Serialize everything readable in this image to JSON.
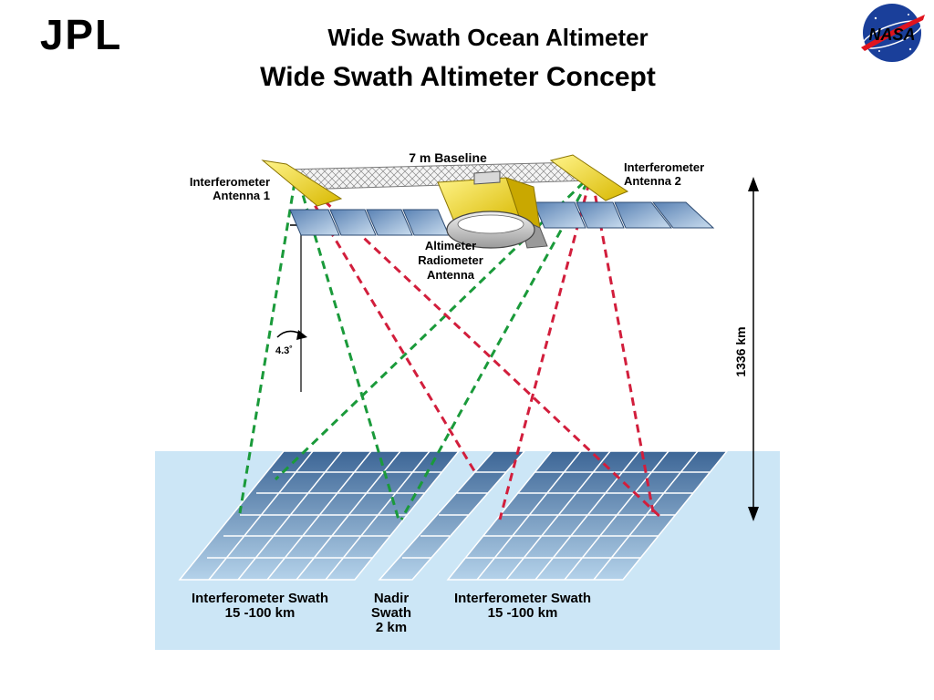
{
  "header": {
    "title": "Wide Swath Ocean Altimeter",
    "slide_title": "Wide Swath Altimeter Concept"
  },
  "logos": {
    "left_logo_text": "JPL",
    "right_logo_text": "NASA"
  },
  "diagram": {
    "labels": {
      "baseline": "7 m Baseline",
      "antenna1_line1": "Interferometer",
      "antenna1_line2": "Antenna 1",
      "antenna2_line1": "Interferometer",
      "antenna2_line2": "Antenna 2",
      "radiometer_line1": "Altimeter",
      "radiometer_line2": "Radiometer",
      "radiometer_line3": "Antenna",
      "angle": "4.3˚",
      "altitude": "1336 km",
      "left_swath_line1": "Interferometer Swath",
      "left_swath_line2": "15 -100 km",
      "nadir_line1": "Nadir",
      "nadir_line2": "Swath",
      "nadir_line3": "2 km",
      "right_swath_line1": "Interferometer Swath",
      "right_swath_line2": "15 -100 km"
    },
    "colors": {
      "ocean": "#cce6f6",
      "green_beam": "#1a9a3a",
      "red_beam": "#d21e3c",
      "antenna_gold": "#f0d400",
      "jpl_red": "#e0141e",
      "nasa_blue": "#1a3f9a"
    }
  }
}
